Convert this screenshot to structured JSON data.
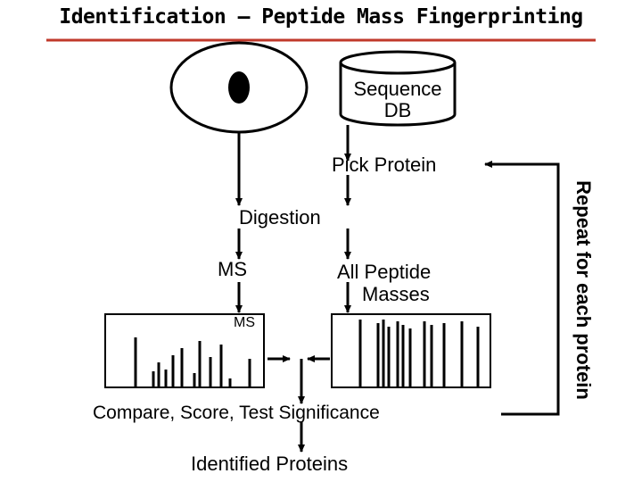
{
  "title": "Identification – Peptide Mass Fingerprinting",
  "database": {
    "line1": "Sequence",
    "line2": "DB"
  },
  "steps": {
    "pick_protein": "Pick Protein",
    "digestion": "Digestion",
    "ms": "MS",
    "all_peptide_line1": "All Peptide",
    "all_peptide_line2": "Masses",
    "spectrum_label": "MS",
    "compare": "Compare, Score, Test Significance",
    "result": "Identified Proteins"
  },
  "loop_label": "Repeat for each protein",
  "colors": {
    "title_rule": "#c0392b",
    "ink": "#000000"
  }
}
